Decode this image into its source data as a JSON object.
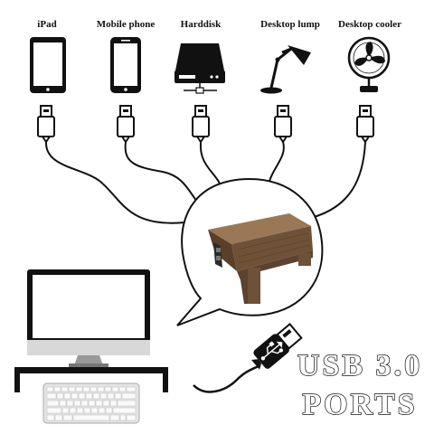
{
  "devices": [
    {
      "label": "iPad",
      "icon": "ipad-icon"
    },
    {
      "label": "Mobile phone",
      "icon": "mobile-phone-icon"
    },
    {
      "label": "Harddisk",
      "icon": "harddisk-icon"
    },
    {
      "label": "Desktop lump",
      "icon": "desktop-lamp-icon"
    },
    {
      "label": "Desktop cooler",
      "icon": "desktop-fan-icon"
    }
  ],
  "title": {
    "line1": "USB 3.0",
    "line2": "PORTS"
  },
  "colors": {
    "wood_top": "#8a6a4a",
    "wood_front": "#6b4f36",
    "wood_dark": "#4e3826",
    "line": "#111111",
    "screen": "#ffffff",
    "monitor_body": "#e8e8e8"
  }
}
